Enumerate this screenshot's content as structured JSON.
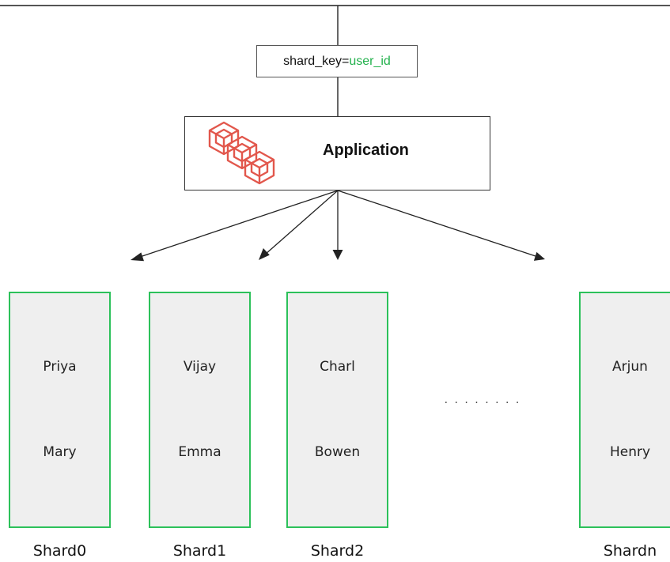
{
  "key_box": {
    "prefix": "shard_key=",
    "value": "user_id",
    "value_color": "#22b14c"
  },
  "application": {
    "title": "Application",
    "icon": "cubes-icon",
    "icon_color": "#e2574c"
  },
  "shard_border_color": "#2cc15a",
  "shards": [
    {
      "label": "Shard0",
      "users": [
        "Priya",
        "Mary"
      ]
    },
    {
      "label": "Shard1",
      "users": [
        "Vijay",
        "Emma"
      ]
    },
    {
      "label": "Shard2",
      "users": [
        "Charl",
        "Bowen"
      ]
    },
    {
      "label": "Shardn",
      "users": [
        "Arjun",
        "Henry"
      ]
    }
  ],
  "ellipsis": "· · · · · · · ·"
}
